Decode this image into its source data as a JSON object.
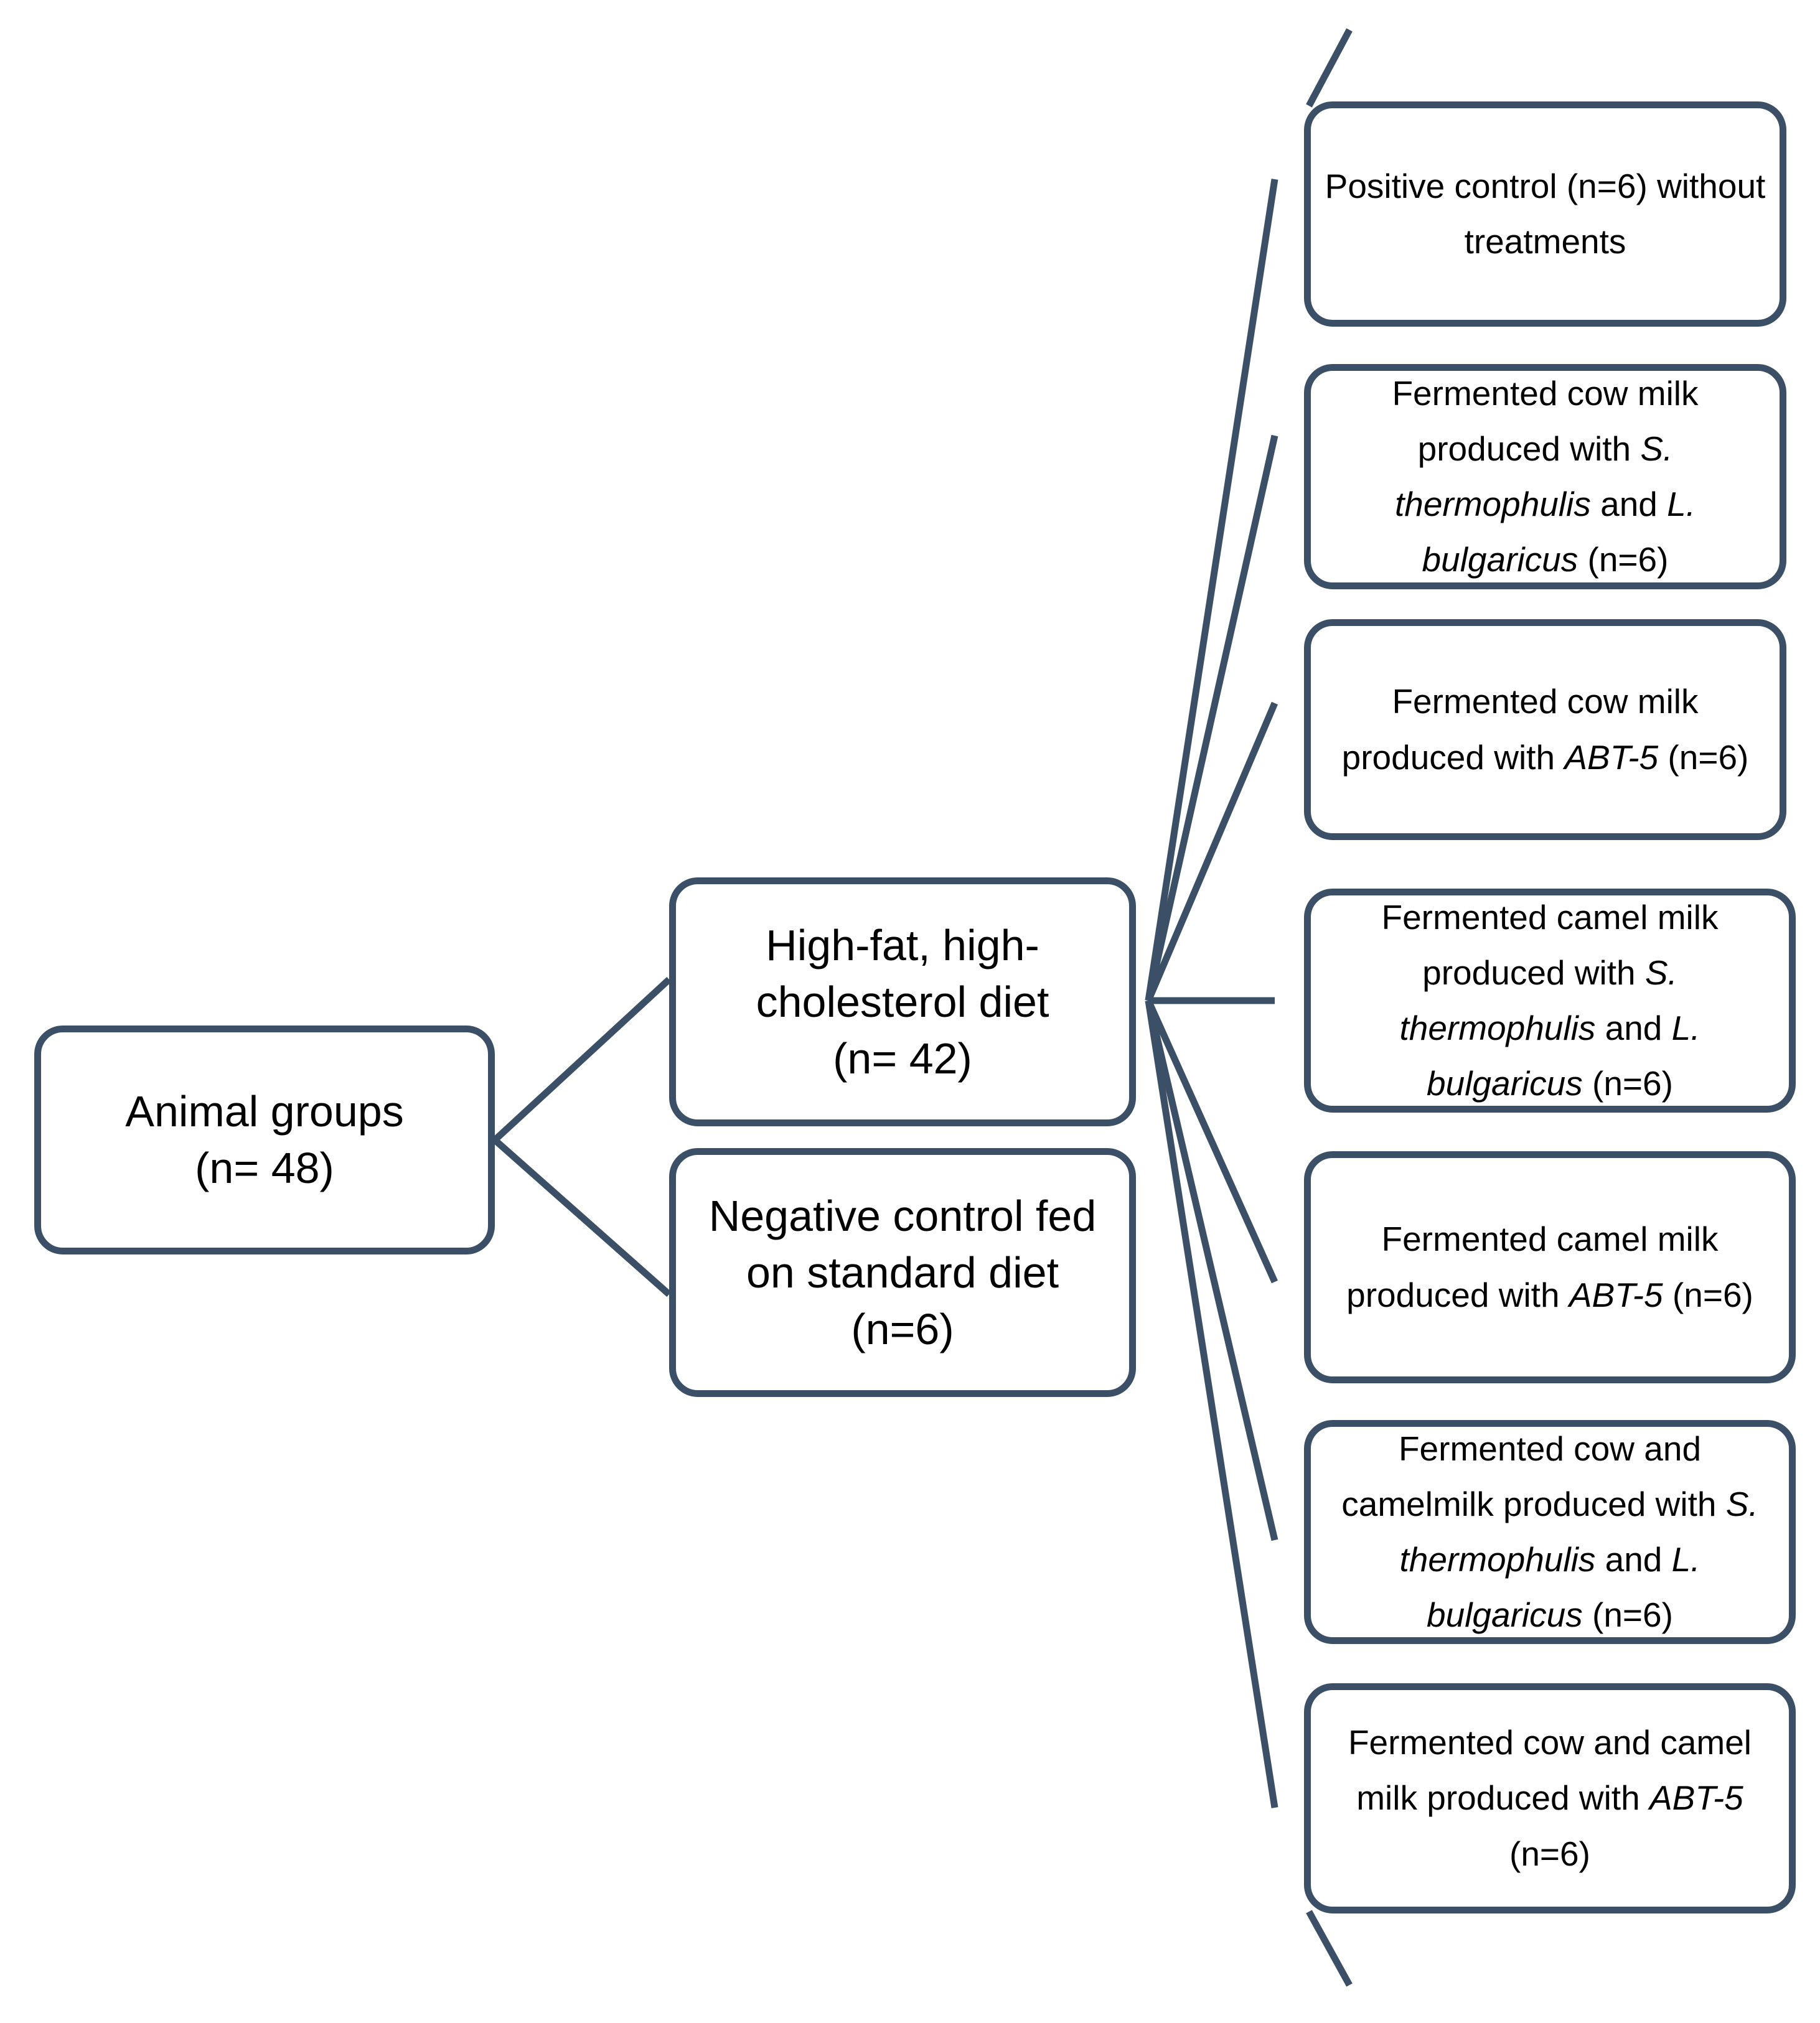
{
  "diagram": {
    "title": "Animal groups study design flowchart",
    "type": "flowchart",
    "accent_color": "#3b5067",
    "text_color": "#000000",
    "background_color": "#ffffff",
    "nodes": {
      "root": {
        "id": "animal-groups",
        "line1": "Animal groups",
        "line2": "(n= 48)",
        "text": "Animal groups\n(n= 48)"
      },
      "level2": [
        {
          "id": "high-fat-diet",
          "line1": "High-fat, high-",
          "line2": "cholesterol diet",
          "line3": "(n= 42)",
          "text": "High-fat, high-\ncholesterol diet\n(n= 42)"
        },
        {
          "id": "negative-control",
          "line1": "Negative control fed",
          "line2": "on standard diet",
          "line3": "(n=6)",
          "text": "Negative control fed\non standard diet\n(n=6)"
        }
      ],
      "level3": [
        {
          "id": "positive-control",
          "text": "Positive control (n=6) without treatments",
          "segments": [
            {
              "t": "Positive control (n=6) without treatments",
              "italic": false
            }
          ]
        },
        {
          "id": "cow-milk-st-lb",
          "text": "Fermented cow milk produced with S. thermophulis and L. bulgaricus (n=6)",
          "segments": [
            {
              "t": "Fermented cow milk produced with ",
              "italic": false
            },
            {
              "t": "S. thermophulis",
              "italic": true
            },
            {
              "t": " and ",
              "italic": false
            },
            {
              "t": "L. bulgaricus",
              "italic": true
            },
            {
              "t": " (n=6)",
              "italic": false
            }
          ]
        },
        {
          "id": "cow-milk-abt5",
          "text": "Fermented cow milk produced with ABT-5 (n=6)",
          "segments": [
            {
              "t": "Fermented cow milk produced with ",
              "italic": false
            },
            {
              "t": "ABT-5",
              "italic": true
            },
            {
              "t": " (n=6)",
              "italic": false
            }
          ]
        },
        {
          "id": "camel-milk-st-lb",
          "text": "Fermented camel milk produced with S. thermophulis and L. bulgaricus (n=6)",
          "segments": [
            {
              "t": "Fermented camel milk produced with ",
              "italic": false
            },
            {
              "t": "S. thermophulis",
              "italic": true
            },
            {
              "t": " and ",
              "italic": false
            },
            {
              "t": "L. bulgaricus",
              "italic": true
            },
            {
              "t": " (n=6)",
              "italic": false
            }
          ]
        },
        {
          "id": "camel-milk-abt5",
          "text": "Fermented camel milk produced with ABT-5 (n=6)",
          "segments": [
            {
              "t": "Fermented camel milk produced with ",
              "italic": false
            },
            {
              "t": "ABT-5",
              "italic": true
            },
            {
              "t": " (n=6)",
              "italic": false
            }
          ]
        },
        {
          "id": "cow-camel-milk-st-lb",
          "text": "Fermented cow  and camelmilk produced with S. thermophulis and L. bulgaricus (n=6)",
          "segments": [
            {
              "t": "Fermented cow  and camelmilk produced with ",
              "italic": false
            },
            {
              "t": "S. thermophulis",
              "italic": true
            },
            {
              "t": " and ",
              "italic": false
            },
            {
              "t": "L. bulgaricus",
              "italic": true
            },
            {
              "t": " (n=6)",
              "italic": false
            }
          ]
        },
        {
          "id": "cow-camel-milk-abt5",
          "text": "Fermented cow and camel milk produced with ABT-5 (n=6)",
          "segments": [
            {
              "t": "Fermented cow and camel milk produced with ",
              "italic": false
            },
            {
              "t": "ABT-5",
              "italic": true
            },
            {
              "t": " (n=6)",
              "italic": false
            }
          ]
        }
      ]
    }
  }
}
